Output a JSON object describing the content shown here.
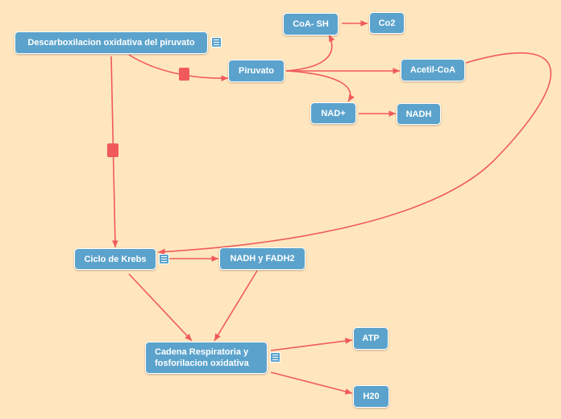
{
  "nodes": {
    "descarboxilacion": "Descarboxilacion oxidativa del piruvato",
    "piruvato": "Piruvato",
    "coa_sh": "CoA- SH",
    "co2": "Co2",
    "acetil_coa": "Acetil-CoA",
    "nad_plus": "NAD+",
    "nadh": "NADH",
    "ciclo_krebs": "Ciclo de Krebs",
    "nadh_fadh2": "NADH y FADH2",
    "cadena_line1": "Cadena Respiratoria y",
    "cadena_line2": "fosforilacion oxidativa",
    "atp": "ATP",
    "h20": "H20"
  },
  "colors": {
    "background": "#ffe6bf",
    "node_fill": "#5ba3cc",
    "node_text": "#ffffff",
    "connector": "#f05a5a"
  },
  "icons": {
    "note": "note-icon",
    "marker": "square-marker"
  }
}
